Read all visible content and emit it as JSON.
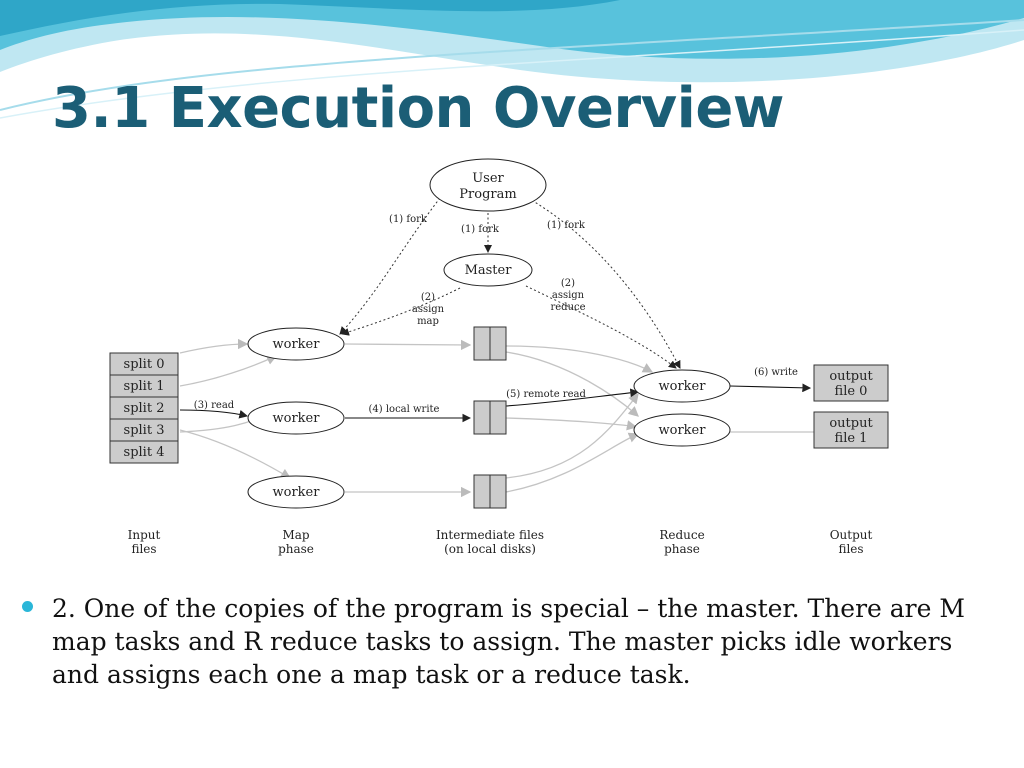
{
  "slide": {
    "title": "3.1 Execution Overview",
    "bullet": "2. One of the copies of the program is special – the master. There are M map tasks and R reduce tasks to assign. The master picks idle workers and assigns each one a map task or a reduce task.",
    "colors": {
      "title": "#1b5e76",
      "bullet": "#2ab6d8",
      "wave_dark": "#4cbad6",
      "wave_light": "#bfe7f2"
    }
  },
  "diagram": {
    "user_program": [
      "User",
      "Program"
    ],
    "master": "Master",
    "fork_left": "(1) fork",
    "fork_center": "(1) fork",
    "fork_right": "(1) fork",
    "assign_map": [
      "(2)",
      "assign",
      "map"
    ],
    "assign_reduce": [
      "(2)",
      "assign",
      "reduce"
    ],
    "splits": [
      "split 0",
      "split 1",
      "split 2",
      "split 3",
      "split 4"
    ],
    "read": "(3) read",
    "local_write": "(4) local write",
    "remote_read": "(5) remote read",
    "write": "(6) write",
    "worker_label": "worker",
    "output_files": [
      [
        "output",
        "file 0"
      ],
      [
        "output",
        "file 1"
      ]
    ],
    "phases": [
      [
        "Input",
        "files"
      ],
      [
        "Map",
        "phase"
      ],
      [
        "Intermediate files",
        "(on local disks)"
      ],
      [
        "Reduce",
        "phase"
      ],
      [
        "Output",
        "files"
      ]
    ]
  }
}
